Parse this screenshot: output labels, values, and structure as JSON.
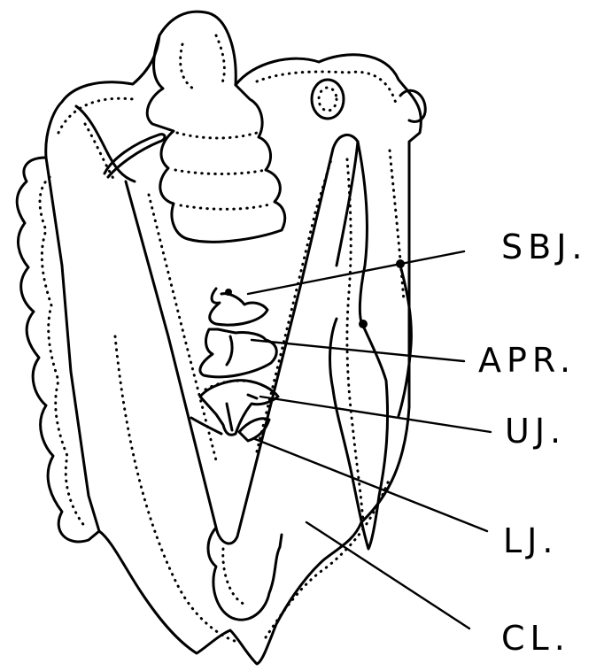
{
  "labels": {
    "sbj": "SBJ.",
    "apr": "APR.",
    "uj": "UJ.",
    "lj": "LJ.",
    "cl": "CL."
  },
  "colors": {
    "ink": "#000000",
    "paper": "#ffffff"
  }
}
